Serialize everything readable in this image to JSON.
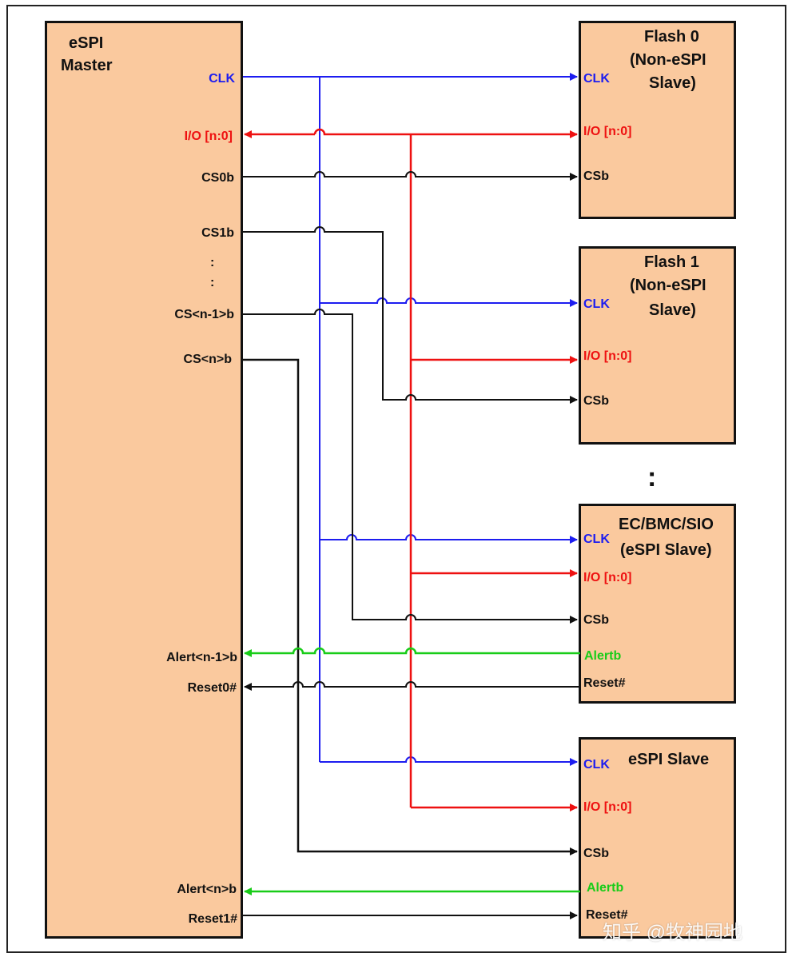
{
  "master": {
    "title_line1": "eSPI",
    "title_line2": "Master"
  },
  "master_pins": {
    "clk": "CLK",
    "io": "I/O [n:0]",
    "cs0b": "CS0b",
    "cs1b": "CS1b",
    "dots1": ":",
    "dots2": ":",
    "csn1b": "CS<n-1>b",
    "csnb": "CS<n>b",
    "alert_n1b": "Alert<n-1>b",
    "reset0": "Reset0#",
    "alert_nb": "Alert<n>b",
    "reset1": "Reset1#"
  },
  "flash0": {
    "line1": "Flash 0",
    "line2": "(Non-eSPI",
    "line3": "Slave)",
    "clk": "CLK",
    "io": "I/O [n:0]",
    "csb": "CSb"
  },
  "flash1": {
    "line1": "Flash 1",
    "line2": "(Non-eSPI",
    "line3": "Slave)",
    "clk": "CLK",
    "io": "I/O [n:0]",
    "csb": "CSb"
  },
  "between_dots": ":",
  "ec": {
    "line1": "EC/BMC/SIO",
    "line2": "(eSPI Slave)",
    "clk": "CLK",
    "io": "I/O [n:0]",
    "csb": "CSb",
    "alertb": "Alertb",
    "reset": "Reset#"
  },
  "slave": {
    "line1": "eSPI Slave",
    "clk": "CLK",
    "io": "I/O [n:0]",
    "csb": "CSb",
    "alertb": "Alertb",
    "reset": "Reset#"
  },
  "watermark": "知乎 @牧神园地",
  "colors": {
    "box_fill": "#fac99e",
    "clk": "#1d1df0",
    "io": "#ee1111",
    "alert": "#18cc18",
    "ctrl": "#111111"
  }
}
